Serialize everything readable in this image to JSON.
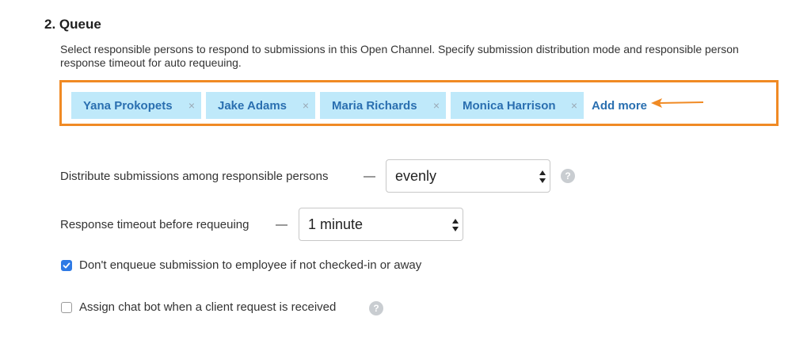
{
  "section": {
    "title": "2. Queue",
    "description": "Select responsible persons to respond to submissions in this Open Channel. Specify submission distribution mode and responsible person response timeout for auto requeuing."
  },
  "responsible": {
    "persons": [
      {
        "name": "Yana Prokopets",
        "remove": "×"
      },
      {
        "name": "Jake Adams",
        "remove": "×"
      },
      {
        "name": "Maria Richards",
        "remove": "×"
      },
      {
        "name": "Monica Harrison",
        "remove": "×"
      }
    ],
    "add_more": "Add more"
  },
  "distribute": {
    "label": "Distribute submissions among responsible persons",
    "dash": "—",
    "value": "evenly",
    "help": "?"
  },
  "timeout": {
    "label": "Response timeout before requeuing",
    "dash": "—",
    "value": "1 minute"
  },
  "options": {
    "no_enqueue": {
      "label": "Don't enqueue submission to employee if not checked-in or away",
      "checked": true
    },
    "chat_bot": {
      "label": "Assign chat bot when a client request is received",
      "checked": false,
      "help": "?"
    }
  },
  "colors": {
    "highlight_border": "#f08a24",
    "tag_bg": "#bfe9fa",
    "link": "#2a6fb0",
    "checkbox_on": "#2f7ae5"
  }
}
